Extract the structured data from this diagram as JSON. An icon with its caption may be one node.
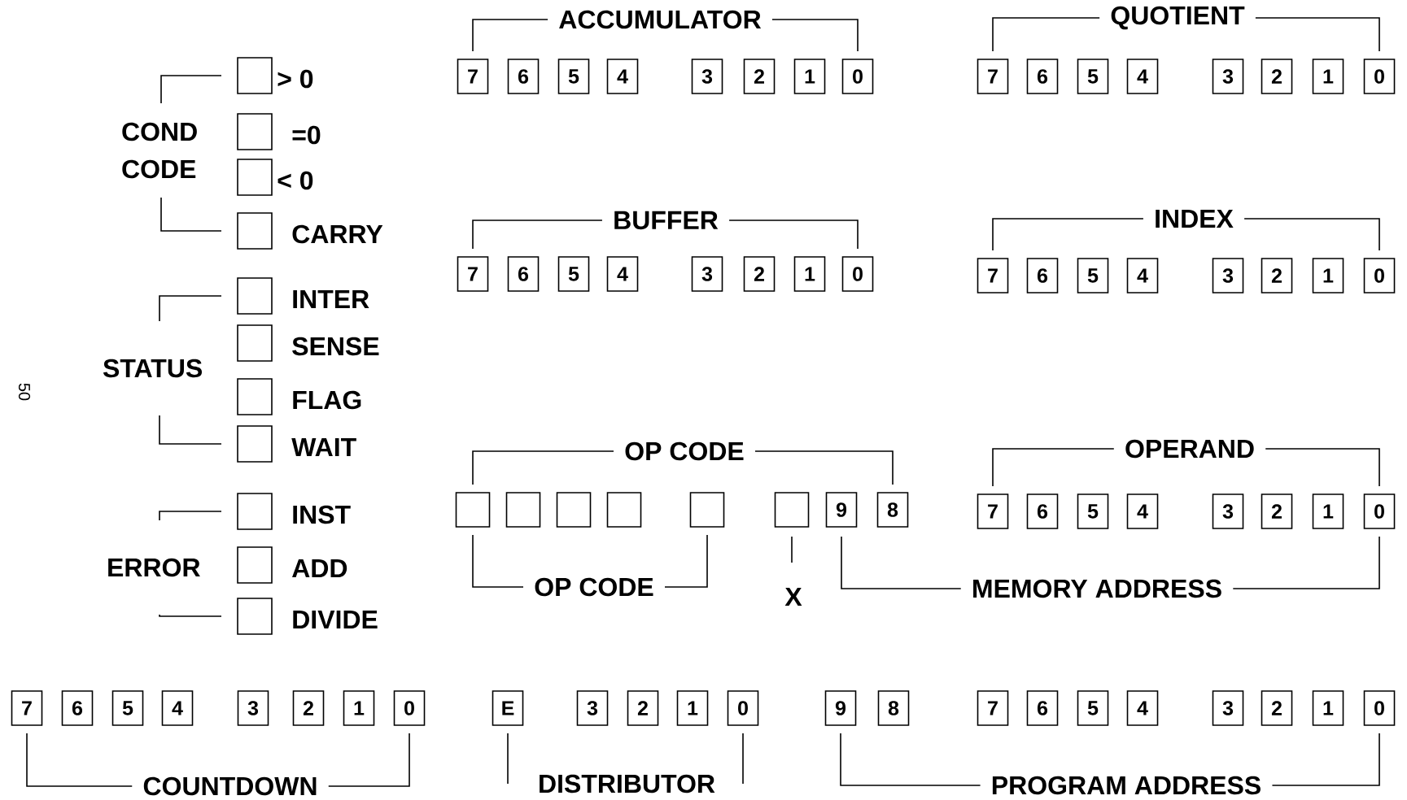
{
  "diagram": {
    "nodes": [
      {
        "text": [],
        "shape": "box",
        "beside": [
          "> 0"
        ]
      },
      {
        "text": [],
        "shape": "box",
        "beside": [
          "=0"
        ]
      },
      {
        "text": [],
        "shape": "box",
        "beside": [
          "< 0"
        ]
      },
      {
        "text": [],
        "shape": "box",
        "beside": [
          "CARRY"
        ]
      },
      {
        "text": [],
        "shape": "box",
        "beside": [
          "INTER"
        ]
      },
      {
        "text": [],
        "shape": "box",
        "beside": [
          "SENSE"
        ]
      },
      {
        "text": [],
        "shape": "box",
        "beside": [
          "FLAG"
        ]
      },
      {
        "text": [],
        "shape": "box",
        "beside": [
          "WAIT"
        ]
      },
      {
        "text": [],
        "shape": "box",
        "beside": [
          "INST"
        ]
      },
      {
        "text": [],
        "shape": "box",
        "beside": [
          "ADD"
        ]
      },
      {
        "text": [],
        "shape": "box",
        "beside": [
          "DIVIDE"
        ]
      },
      {
        "text": [
          "7"
        ]
      },
      {
        "text": [
          "6"
        ]
      },
      {
        "text": [
          "5"
        ]
      },
      {
        "text": [
          "4"
        ]
      },
      {
        "text": [
          "3"
        ]
      },
      {
        "text": [
          "2"
        ]
      },
      {
        "text": [
          "1"
        ]
      },
      {
        "text": [
          "0"
        ]
      },
      {
        "text": [
          "7"
        ]
      },
      {
        "text": [
          "6"
        ]
      },
      {
        "text": [
          "5"
        ]
      },
      {
        "text": [
          "4"
        ]
      },
      {
        "text": [
          "3"
        ]
      },
      {
        "text": [
          "2"
        ]
      },
      {
        "text": [
          "1"
        ]
      },
      {
        "text": [
          "0"
        ]
      },
      {
        "text": [
          "7"
        ]
      },
      {
        "text": [
          "6"
        ]
      },
      {
        "text": [
          "5"
        ]
      },
      {
        "text": [
          "4"
        ]
      },
      {
        "text": [
          "3"
        ]
      },
      {
        "text": [
          "2"
        ]
      },
      {
        "text": [
          "1"
        ]
      },
      {
        "text": [
          "0"
        ]
      },
      {
        "text": [
          "7"
        ]
      },
      {
        "text": [
          "6"
        ]
      },
      {
        "text": [
          "5"
        ]
      },
      {
        "text": [
          "4"
        ]
      },
      {
        "text": [
          "3"
        ]
      },
      {
        "text": [
          "2"
        ]
      },
      {
        "text": [
          "1"
        ]
      },
      {
        "text": [
          "0"
        ]
      },
      {
        "text": [],
        "shape": "box"
      },
      {
        "text": [],
        "shape": "box"
      },
      {
        "text": [],
        "shape": "box"
      },
      {
        "text": [],
        "shape": "box"
      },
      {
        "text": [],
        "shape": "box"
      },
      {
        "text": [],
        "shape": "box"
      },
      {
        "text": [
          "9"
        ]
      },
      {
        "text": [
          "8"
        ]
      },
      {
        "text": [
          "7"
        ]
      },
      {
        "text": [
          "6"
        ]
      },
      {
        "text": [
          "5"
        ]
      },
      {
        "text": [
          "4"
        ]
      },
      {
        "text": [
          "3"
        ]
      },
      {
        "text": [
          "2"
        ]
      },
      {
        "text": [
          "1"
        ]
      },
      {
        "text": [
          "0"
        ]
      },
      {
        "text": [
          "7"
        ]
      },
      {
        "text": [
          "6"
        ]
      },
      {
        "text": [
          "5"
        ]
      },
      {
        "text": [
          "4"
        ]
      },
      {
        "text": [
          "3"
        ]
      },
      {
        "text": [
          "2"
        ]
      },
      {
        "text": [
          "1"
        ]
      },
      {
        "text": [
          "0"
        ]
      },
      {
        "text": [
          "E"
        ]
      },
      {
        "text": [
          "3"
        ]
      },
      {
        "text": [
          "2"
        ]
      },
      {
        "text": [
          "1"
        ]
      },
      {
        "text": [
          "0"
        ]
      },
      {
        "text": [
          "9"
        ]
      },
      {
        "text": [
          "8"
        ]
      },
      {
        "text": [
          "7"
        ]
      },
      {
        "text": [
          "6"
        ]
      },
      {
        "text": [
          "5"
        ]
      },
      {
        "text": [
          "4"
        ]
      },
      {
        "text": [
          "3"
        ]
      },
      {
        "text": [
          "2"
        ]
      },
      {
        "text": [
          "1"
        ]
      },
      {
        "text": [
          "0"
        ]
      }
    ],
    "labels": [
      "ACCUMULATOR",
      "QUOTIENT",
      "COND CODE",
      "BUFFER",
      "INDEX",
      "STATUS",
      "OP CODE",
      "OPERAND",
      "ERROR",
      "OP CODE",
      "X",
      "MEMORY ADDRESS",
      "COUNTDOWN",
      "DISTRIBUTOR",
      "PROGRAM ADDRESS",
      "50"
    ]
  }
}
